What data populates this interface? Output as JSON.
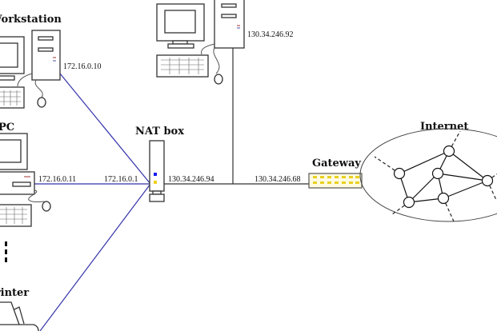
{
  "labels": {
    "workstation": "Workstation",
    "pc": "PC",
    "printer": "Printer",
    "nat_box": "NAT box",
    "gateway": "Gateway",
    "internet": "Internet"
  },
  "addresses": {
    "workstation_ip": "172.16.0.10",
    "pc_ip": "172.16.0.11",
    "nat_inner_ip": "172.16.0.1",
    "nat_outer_ip": "130.34.246.94",
    "server_ip": "130.34.246.92",
    "gateway_ip": "130.34.246.68"
  },
  "colors": {
    "private_link": "#3333aa",
    "public_link": "#333333",
    "led_blue": "#1a1aee",
    "led_yellow": "#f0d020"
  }
}
